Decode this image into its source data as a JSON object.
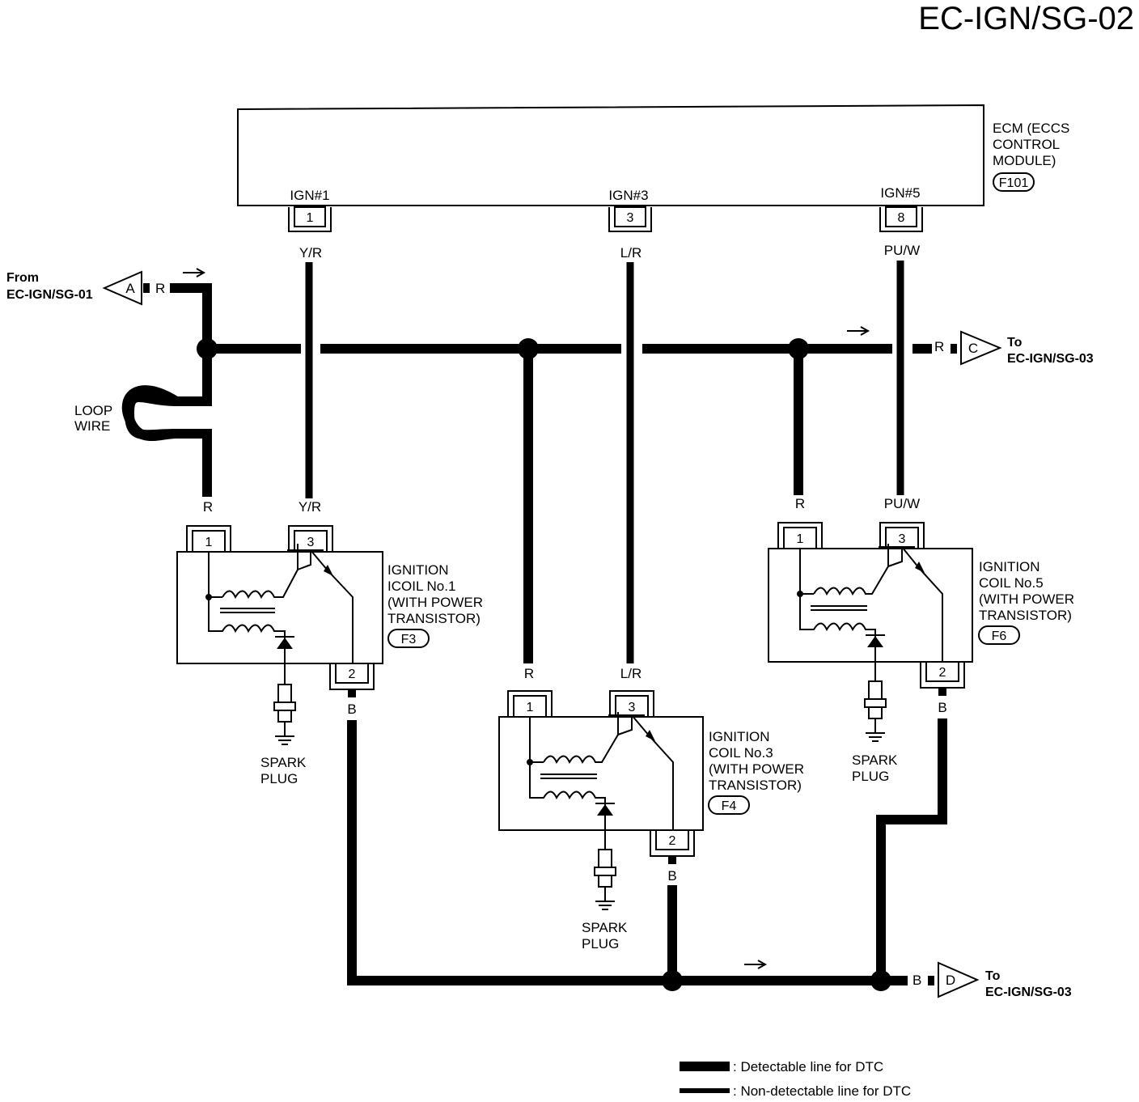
{
  "page_title": "EC-IGN/SG-02",
  "ecm": {
    "label_lines": [
      "ECM (ECCS",
      "CONTROL",
      "MODULE)"
    ],
    "connector": "F101",
    "terminals": [
      {
        "name": "IGN#1",
        "pin": "1",
        "wire": "Y/R"
      },
      {
        "name": "IGN#3",
        "pin": "3",
        "wire": "L/R"
      },
      {
        "name": "IGN#5",
        "pin": "8",
        "wire": "PU/W"
      }
    ]
  },
  "connectors": {
    "a": {
      "letter": "A",
      "wire": "R",
      "text_lines": [
        "From",
        "EC-IGN/SG-01"
      ]
    },
    "c": {
      "letter": "C",
      "wire": "R",
      "text_lines": [
        "To",
        "EC-IGN/SG-03"
      ]
    },
    "d": {
      "letter": "D",
      "wire": "B",
      "text_lines": [
        "To",
        "EC-IGN/SG-03"
      ]
    }
  },
  "loop_wire": [
    "LOOP",
    "WIRE"
  ],
  "coils": [
    {
      "label_lines": [
        "IGNITION",
        "ICOIL No.1",
        "(WITH POWER",
        "TRANSISTOR)"
      ],
      "connector": "F3",
      "pins": {
        "p1": "1",
        "p3": "3",
        "p2": "2"
      },
      "wires": {
        "w1": "R",
        "w3": "Y/R",
        "w2": "B"
      },
      "plug": [
        "SPARK",
        "PLUG"
      ]
    },
    {
      "label_lines": [
        "IGNITION",
        "COIL No.3",
        "(WITH POWER",
        "TRANSISTOR)"
      ],
      "connector": "F4",
      "pins": {
        "p1": "1",
        "p3": "3",
        "p2": "2"
      },
      "wires": {
        "w1": "R",
        "w3": "L/R",
        "w2": "B"
      },
      "plug": [
        "SPARK",
        "PLUG"
      ]
    },
    {
      "label_lines": [
        "IGNITION",
        "COIL No.5",
        "(WITH POWER",
        "TRANSISTOR)"
      ],
      "connector": "F6",
      "pins": {
        "p1": "1",
        "p3": "3",
        "p2": "2"
      },
      "wires": {
        "w1": "R",
        "w3": "PU/W",
        "w2": "B"
      },
      "plug": [
        "SPARK",
        "PLUG"
      ]
    }
  ],
  "bottom_wire": "B",
  "legend": [
    {
      "text": ": Detectable line for DTC"
    },
    {
      "text": ": Non-detectable line for DTC"
    }
  ]
}
